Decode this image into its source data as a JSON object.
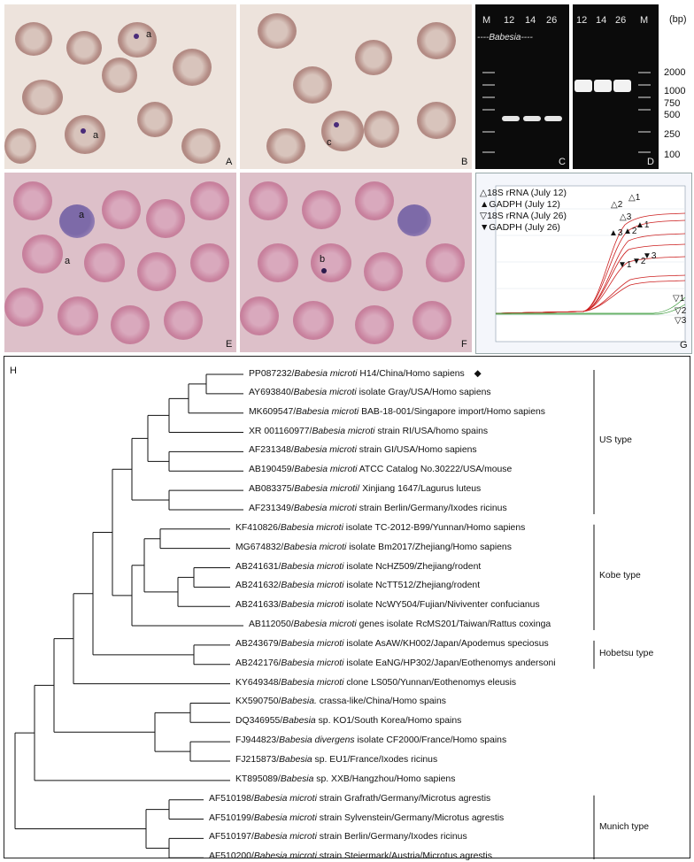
{
  "panels": {
    "A": {
      "label": "A",
      "marks": [
        "a",
        "a"
      ]
    },
    "B": {
      "label": "B",
      "marks": [
        "c"
      ]
    },
    "C": {
      "label": "C",
      "lanes": [
        "M",
        "12",
        "14",
        "26"
      ],
      "annotation": "----Babesia----"
    },
    "D": {
      "label": "D",
      "lanes": [
        "12",
        "14",
        "26",
        "M"
      ],
      "unit": "(bp)",
      "sizes": [
        "2000",
        "1000",
        "750",
        "500",
        "250",
        "100"
      ]
    },
    "E": {
      "label": "E",
      "marks": [
        "a",
        "a"
      ]
    },
    "F": {
      "label": "F",
      "marks": [
        "b"
      ]
    },
    "G": {
      "label": "G",
      "legend": [
        {
          "symbol": "△",
          "text": "18S rRNA (July 12)"
        },
        {
          "symbol": "▲",
          "text": "GADPH (July 12)"
        },
        {
          "symbol": "▽",
          "text": "18S rRNA (July 26)"
        },
        {
          "symbol": "▼",
          "text": "GADPH (July 26)"
        }
      ],
      "curve_marks": [
        "1",
        "2",
        "3"
      ]
    },
    "H": {
      "label": "H"
    }
  },
  "tree": {
    "leaves": [
      {
        "pre": "PP087232/",
        "it": "Babesia microti",
        "post": " H14/China/Homo sapiens",
        "marker": "◆"
      },
      {
        "pre": "AY693840/",
        "it": "Babesia microti",
        "post": " isolate Gray/USA/Homo sapiens"
      },
      {
        "pre": "MK609547/",
        "it": "Babesia microti",
        "post": " BAB-18-001/Singapore import/Homo sapiens"
      },
      {
        "pre": "XR 001160977/",
        "it": "Babesia microti",
        "post": " strain RI/USA/homo spains"
      },
      {
        "pre": "AF231348/",
        "it": "Babesia microti",
        "post": " strain GI/USA/Homo sapiens"
      },
      {
        "pre": "AB190459/",
        "it": "Babesia microti",
        "post": " ATCC Catalog No.30222/USA/mouse"
      },
      {
        "pre": "AB083375/",
        "it": "Babesia microti",
        "post": "/ Xinjiang 1647/Lagurus luteus"
      },
      {
        "pre": "AF231349/",
        "it": "Babesia microti",
        "post": " strain Berlin/Germany/Ixodes ricinus"
      },
      {
        "pre": "KF410826/",
        "it": "Babesia microti",
        "post": " isolate TC-2012-B99/Yunnan/Homo sapiens"
      },
      {
        "pre": "MG674832/",
        "it": "Babesia microti",
        "post": " isolate Bm2017/Zhejiang/Homo sapiens"
      },
      {
        "pre": "AB241631/",
        "it": "Babesia microti",
        "post": " isolate NcHZ509/Zhejiang/rodent"
      },
      {
        "pre": "AB241632/",
        "it": "Babesia microti",
        "post": " isolate NcTT512/Zhejiang/rodent"
      },
      {
        "pre": "AB241633/",
        "it": "Babesia microti",
        "post": " isolate NcWY504/Fujian/Niviventer confucianus"
      },
      {
        "pre": "AB112050/",
        "it": "Babesia microti",
        "post": " genes isolate RcMS201/Taiwan/Rattus coxinga"
      },
      {
        "pre": "AB243679/",
        "it": "Babesia microti",
        "post": " isolate AsAW/KH002/Japan/Apodemus speciosus"
      },
      {
        "pre": "AB242176/",
        "it": "Babesia microti",
        "post": " isolate EaNG/HP302/Japan/Eothenomys andersoni"
      },
      {
        "pre": "KY649348/",
        "it": "Babesia microti",
        "post": " clone LS050/Yunnan/Eothenomys eleusis"
      },
      {
        "pre": "KX590750/",
        "it": "Babesia.",
        "post": " crassa-like/China/Homo spains"
      },
      {
        "pre": "DQ346955/",
        "it": "Babesia",
        "post": " sp. KO1/South Korea/Homo spains"
      },
      {
        "pre": "FJ944823/",
        "it": "Babesia divergens",
        "post": " isolate CF2000/France/Homo spains"
      },
      {
        "pre": "FJ215873/",
        "it": "Babesia",
        "post": " sp. EU1/France/Ixodes ricinus"
      },
      {
        "pre": "KT895089/",
        "it": "Babesia",
        "post": " sp. XXB/Hangzhou/Homo sapiens"
      },
      {
        "pre": "AF510198/",
        "it": "Babesia microti",
        "post": " strain Grafrath/Germany/Microtus agrestis"
      },
      {
        "pre": "AF510199/",
        "it": "Babesia microti",
        "post": " strain Sylvenstein/Germany/Microtus agrestis"
      },
      {
        "pre": "AF510197/",
        "it": "Babesia microti",
        "post": " strain Berlin/Germany/Ixodes ricinus"
      },
      {
        "pre": "AF510200/",
        "it": "Babesia microti",
        "post": " strain Steiermark/Austria/Microtus agrestis"
      }
    ],
    "groups": [
      {
        "name": "US type",
        "from": 0,
        "to": 7
      },
      {
        "name": "Kobe type",
        "from": 8,
        "to": 13
      },
      {
        "name": "Hobetsu type",
        "from": 14,
        "to": 15
      },
      {
        "name": "Munich type",
        "from": 22,
        "to": 25
      }
    ]
  }
}
